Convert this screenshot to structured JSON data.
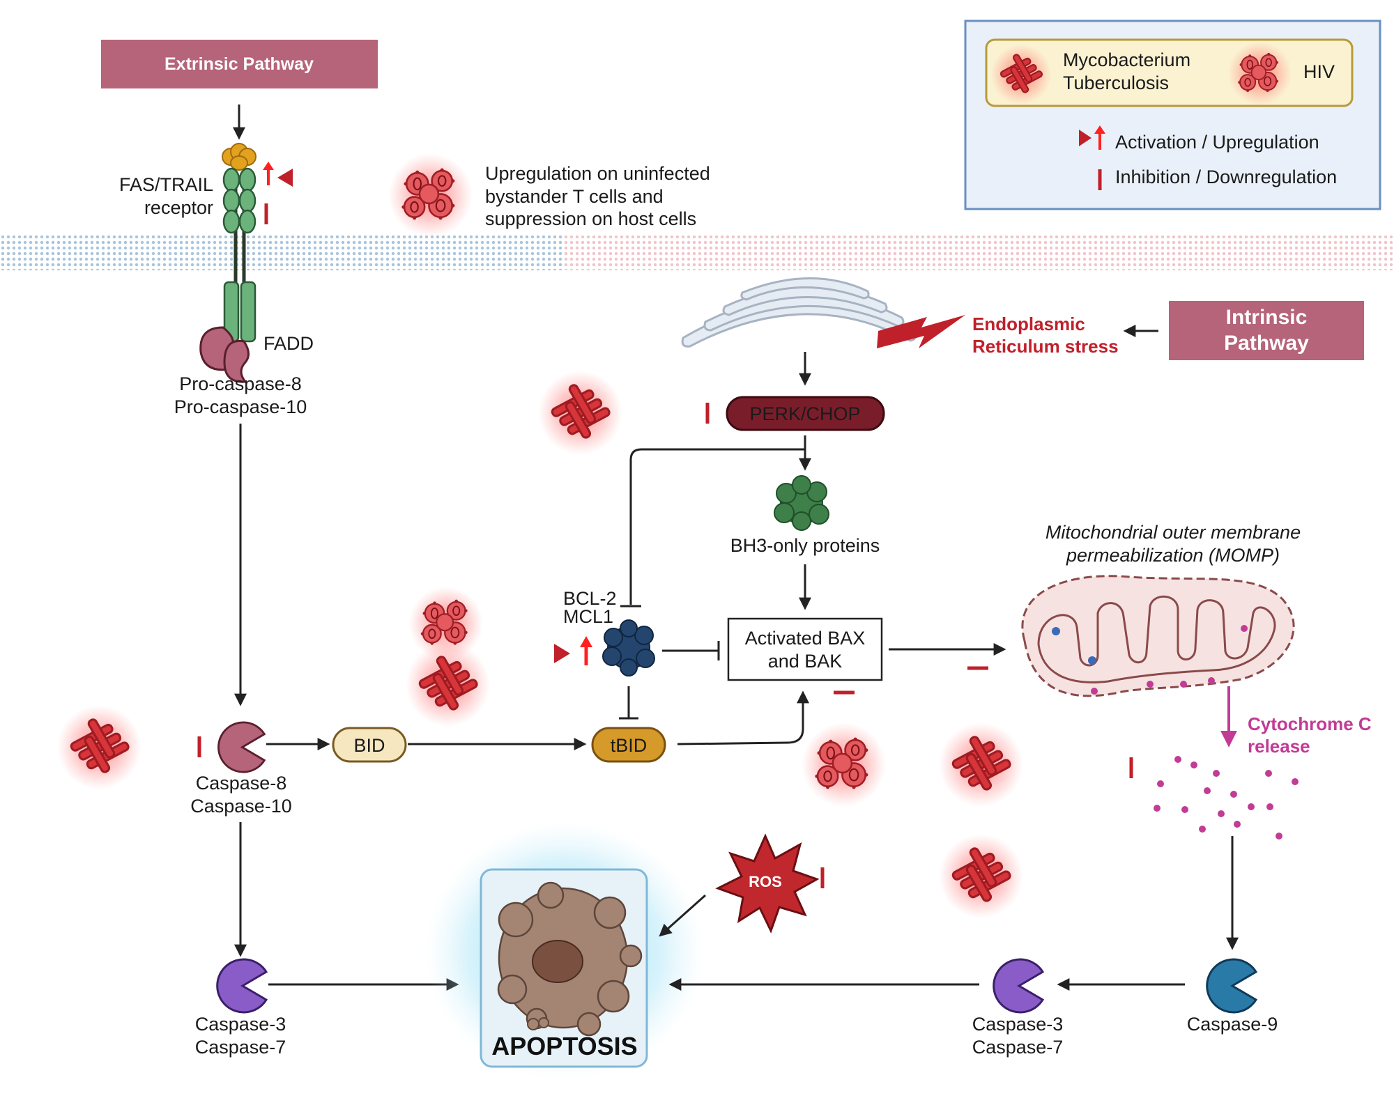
{
  "colors": {
    "pathway_header": "#b5647a",
    "inhibition_red": "#c0202a",
    "activation_red": "#c0202a",
    "arrow_black": "#222222",
    "legend_bg": "#e9f0f9",
    "legend_border": "#6a8fc0",
    "legend_inner_bg": "#fbf2d2",
    "legend_inner_border": "#b89a3a",
    "cytochrome_magenta": "#c23b95",
    "perk_chop": "#7a1d2b",
    "bid_fill": "#f7e7c0",
    "tbid_fill": "#d69a2a",
    "caspase8": "#b5647a",
    "caspase37": "#8a5cc7",
    "caspase9": "#2a7aa8",
    "apoptosis_box_bg": "#e6f2f8",
    "apoptosis_glow": "#7fd0f0",
    "ros_fill": "#c0282e",
    "membrane_left": "#a9c4db",
    "membrane_right": "#f1c4c8"
  },
  "legend": {
    "mtb_label_line1": "Mycobacterium",
    "mtb_label_line2": "Tuberculosis",
    "hiv_label": "HIV",
    "activation_label": "Activation / Upregulation",
    "inhibition_label": "Inhibition / Downregulation"
  },
  "extrinsic": {
    "header": "Extrinsic Pathway",
    "receptor_line1": "FAS/TRAIL",
    "receptor_line2": "receptor",
    "fadd": "FADD",
    "procaspase_line1": "Pro-caspase-8",
    "procaspase_line2": "Pro-caspase-10",
    "hiv_note_line1": "Upregulation on uninfected",
    "hiv_note_line2": "bystander T cells and",
    "hiv_note_line3": "suppression on host cells"
  },
  "intrinsic": {
    "header_line1": "Intrinsic",
    "header_line2": "Pathway",
    "er_stress_line1": "Endoplasmic",
    "er_stress_line2": "Reticulum stress",
    "perk_chop": "PERK/CHOP",
    "bh3": "BH3-only proteins",
    "bcl2": "BCL-2",
    "mcl1": "MCL1",
    "bax_line1": "Activated BAX",
    "bax_line2": "and BAK",
    "momp_line1": "Mitochondrial outer membrane",
    "momp_line2": "permeabilization (MOMP)",
    "cyto_line1": "Cytochrome C",
    "cyto_line2": "release"
  },
  "caspases": {
    "c8_line1": "Caspase-8",
    "c8_line2": "Caspase-10",
    "bid": "BID",
    "tbid": "tBID",
    "c37_left_line1": "Caspase-3",
    "c37_left_line2": "Caspase-7",
    "c37_right_line1": "Caspase-3",
    "c37_right_line2": "Caspase-7",
    "c9": "Caspase-9"
  },
  "ros": "ROS",
  "apoptosis": "APOPTOSIS"
}
